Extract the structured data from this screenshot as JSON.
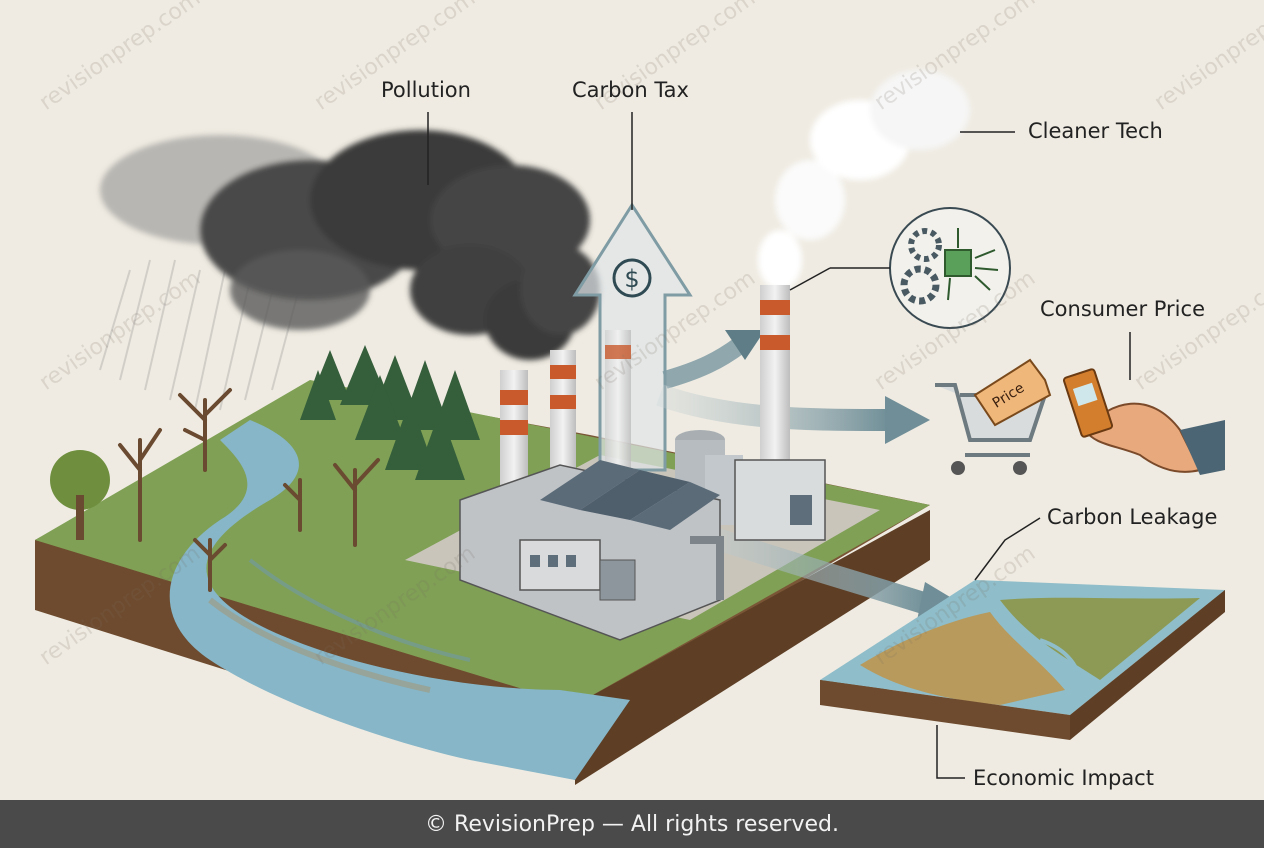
{
  "labels": {
    "pollution": "Pollution",
    "carbon_tax": "Carbon Tax",
    "cleaner_tech": "Cleaner Tech",
    "consumer_price": "Consumer Price",
    "carbon_leakage": "Carbon Leakage",
    "economic_impact": "Economic Impact"
  },
  "price_tag": "Price",
  "tax_symbol": "$",
  "watermark": "revisionprep.com",
  "footer": "© RevisionPrep — All rights reserved.",
  "colors": {
    "background": "#efebe2",
    "footer_bg": "#4a4a4a",
    "arrow": "#7f9ba3",
    "smoke": "#3e3e3e",
    "river": "#7fb0c4",
    "grass": "#7fa055",
    "soil": "#7a5636"
  },
  "icons": [
    "smoke-cloud-icon",
    "dollar-icon",
    "gears-chip-icon",
    "shopping-cart-icon",
    "price-tag-icon",
    "hand-icon"
  ]
}
